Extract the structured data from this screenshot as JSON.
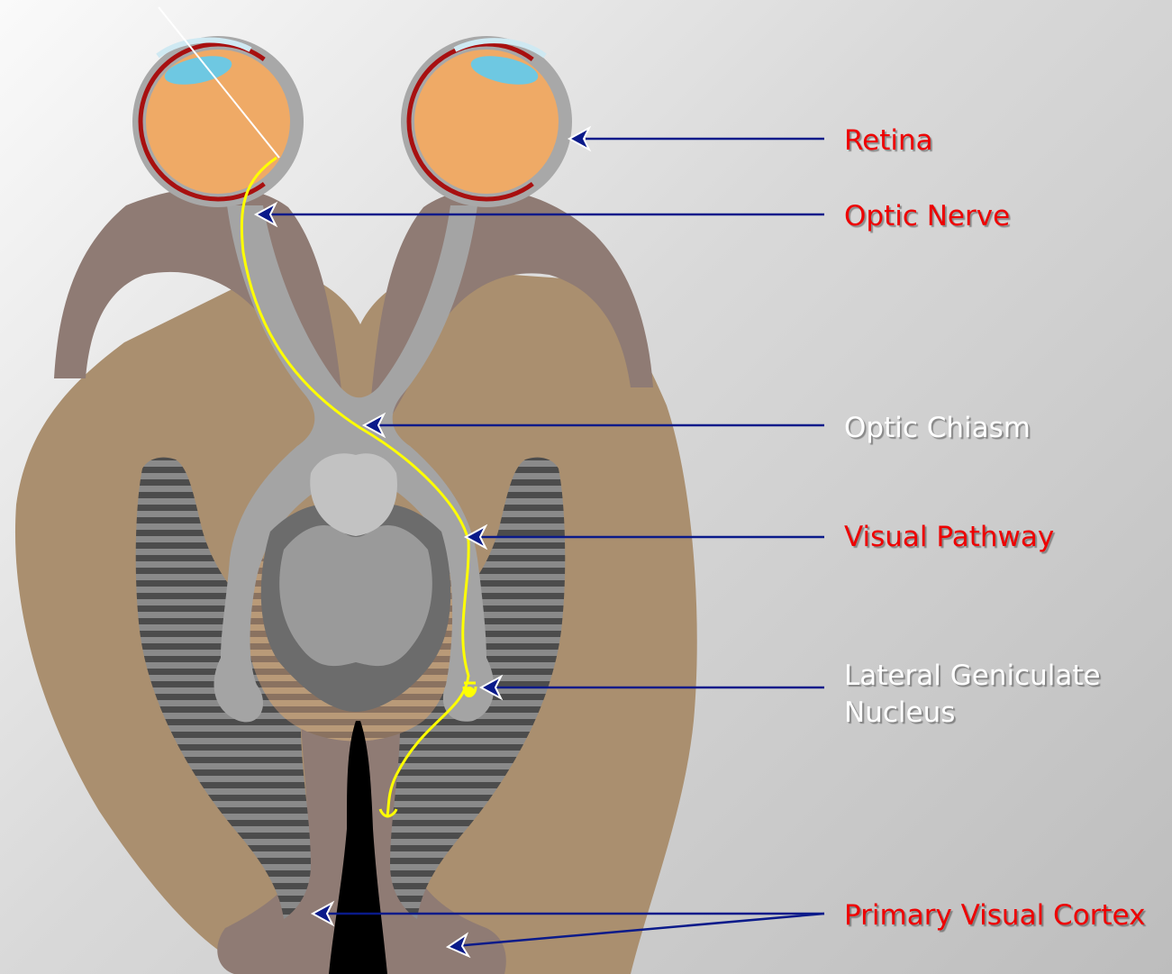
{
  "labels": {
    "retina": "Retina",
    "optic_nerve": "Optic Nerve",
    "optic_chiasm": "Optic Chiasm",
    "visual_pathway": "Visual Pathway",
    "lgn_line1": "Lateral Geniculate",
    "lgn_line2": "Nucleus",
    "primary_visual_cortex": "Primary Visual Cortex"
  },
  "colors": {
    "label_highlight": "#ee0000",
    "label_normal": "#ffffff",
    "leader_line": "#0a1a8a",
    "visual_signal": "#ffff00",
    "eyeball": "#efaa66",
    "lens": "#6ec8e2",
    "retina_layer": "#a81010",
    "outer_brain": "#aa8f6f",
    "inner_brain": "#8f7b74",
    "optic_tract": "#a4a4a4"
  },
  "icons": {
    "arrowhead": "open-chevron-arrowhead"
  }
}
